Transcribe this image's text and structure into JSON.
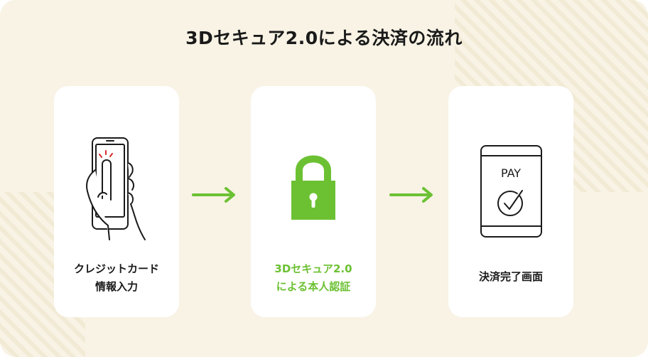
{
  "title": "3Dセキュア2.0による決済の流れ",
  "colors": {
    "background": "#f8f3e5",
    "card": "#ffffff",
    "accent": "#6cc133",
    "text": "#1a1a1a",
    "tap_mark": "#d92b2b"
  },
  "steps": [
    {
      "label_lines": [
        "クレジットカード",
        "情報入力"
      ],
      "icon": "hand-holding-phone-icon"
    },
    {
      "label_lines": [
        "3Dセキュア2.0",
        "による本人認証"
      ],
      "icon": "padlock-icon"
    },
    {
      "label_lines": [
        "決済完了画面"
      ],
      "icon": "tablet-pay-check-icon",
      "screen_text": "PAY"
    }
  ],
  "connectors": [
    "arrow-right-icon",
    "arrow-right-icon"
  ]
}
